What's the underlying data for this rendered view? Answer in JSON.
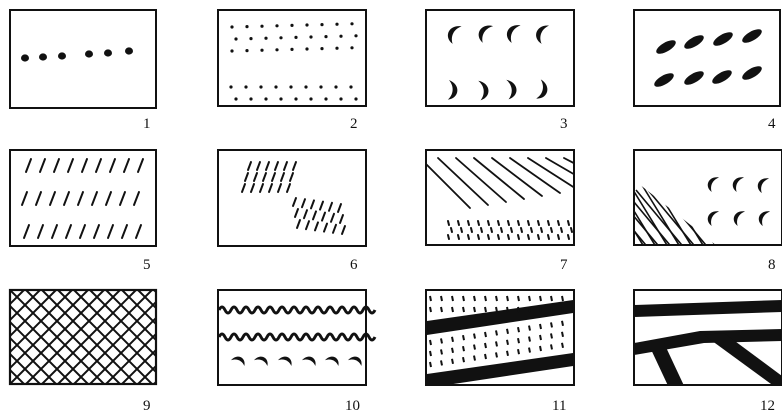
{
  "panels": [
    {
      "number": "1",
      "pattern": "dots-row"
    },
    {
      "number": "2",
      "pattern": "dot-grid-bands"
    },
    {
      "number": "3",
      "pattern": "crescent-rows"
    },
    {
      "number": "4",
      "pattern": "oval-dashes"
    },
    {
      "number": "5",
      "pattern": "slanted-dashes"
    },
    {
      "number": "6",
      "pattern": "dash-clusters"
    },
    {
      "number": "7",
      "pattern": "diagonal-lines-over-vertical-dashes"
    },
    {
      "number": "8",
      "pattern": "crosshatch-corner-with-crescents"
    },
    {
      "number": "9",
      "pattern": "diagonal-crosshatch"
    },
    {
      "number": "10",
      "pattern": "wavy-lines-with-crescents"
    },
    {
      "number": "11",
      "pattern": "thick-bands-with-dashes"
    },
    {
      "number": "12",
      "pattern": "thick-bars-converging"
    }
  ],
  "colors": {
    "ink": "#111111",
    "background": "#ffffff"
  }
}
